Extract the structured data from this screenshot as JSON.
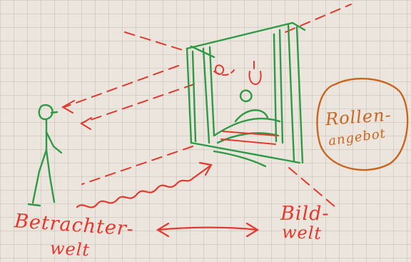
{
  "labels": {
    "viewer_world_line1": "Betrachter-",
    "viewer_world_line2": "welt",
    "image_world_line1": "Bild-",
    "image_world_line2": "welt",
    "role_offer_line1": "Rollen-",
    "role_offer_line2": "angebot"
  },
  "colors": {
    "paper": "#ebe5dd",
    "red_marker": "#e5372b",
    "green_marker": "#2e9a45",
    "orange_marker": "#c9651e"
  }
}
